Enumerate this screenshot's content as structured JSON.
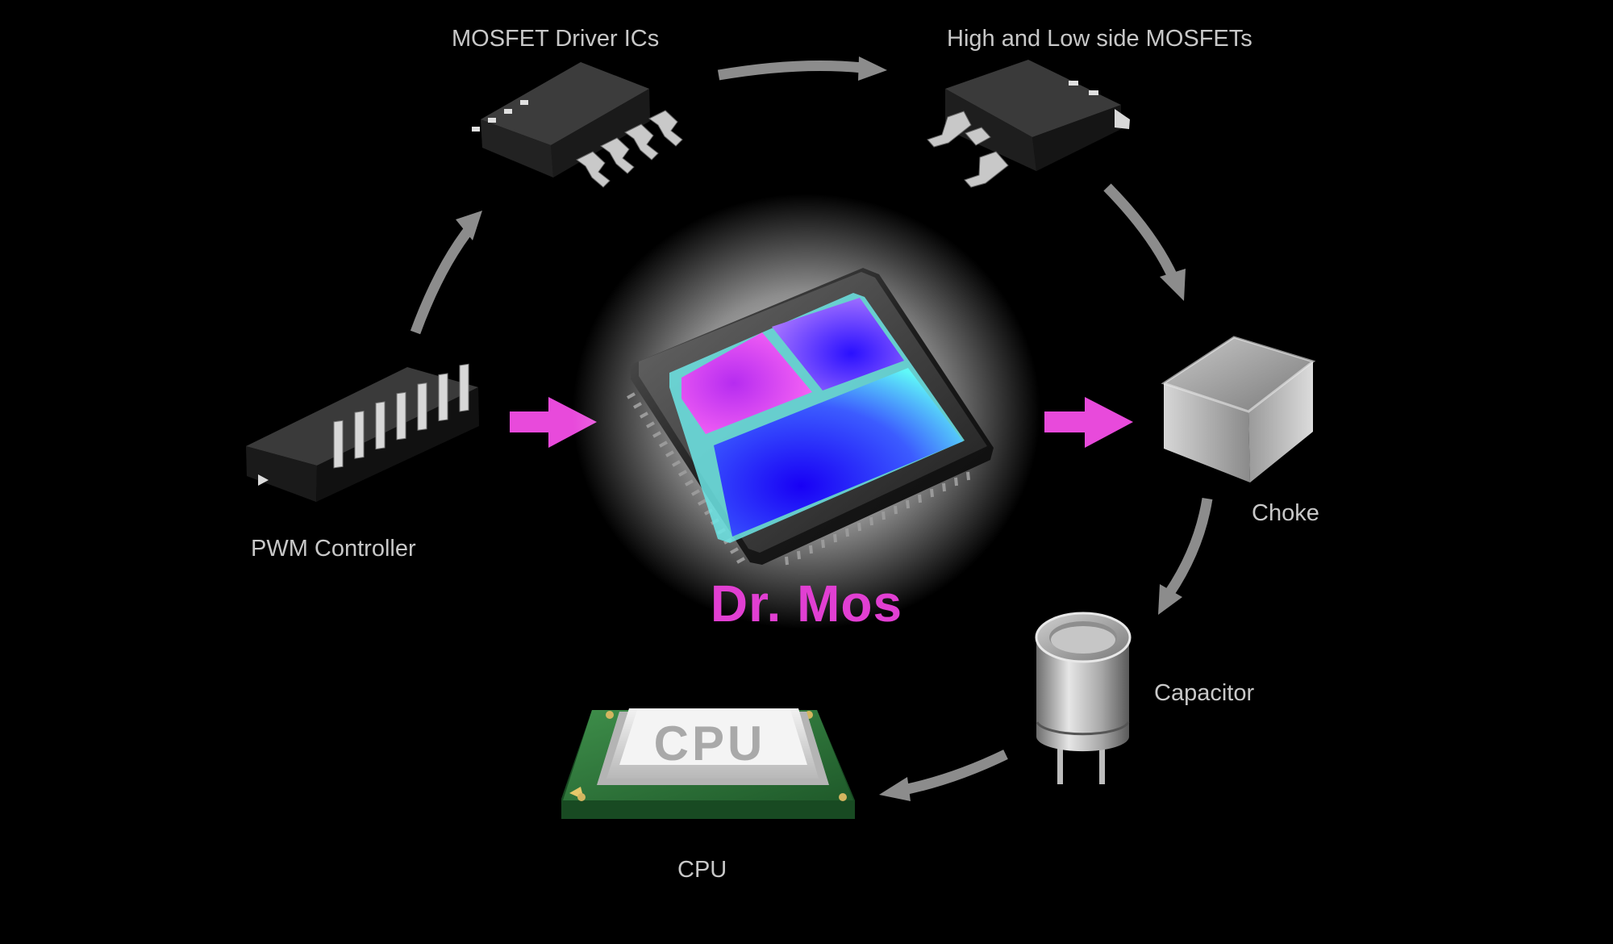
{
  "title": "Dr. Mos",
  "components": {
    "pwm_controller": "PWM Controller",
    "mosfet_driver_ics": "MOSFET Driver ICs",
    "mosfets": "High and Low side MOSFETs",
    "choke": "Choke",
    "capacitor": "Capacitor",
    "cpu": "CPU"
  },
  "cpu_chip_text": "CPU",
  "colors": {
    "accent": "#e13fd2",
    "label": "#c8c8c8",
    "arrow": "#8c8c8c",
    "background": "#000000"
  }
}
